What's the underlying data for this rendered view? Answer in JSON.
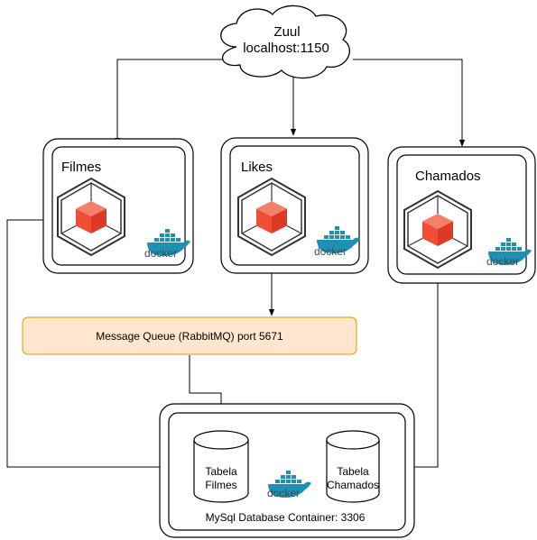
{
  "gateway": {
    "line1": "Zuul",
    "line2": "localhost:1150"
  },
  "services": [
    {
      "id": "filmes",
      "label": "Filmes",
      "badge": "docker"
    },
    {
      "id": "likes",
      "label": "Likes",
      "badge": "docker"
    },
    {
      "id": "chamados",
      "label": "Chamados",
      "badge": "docker"
    }
  ],
  "queue": {
    "label": "Message Queue (RabbitMQ) port 5671"
  },
  "database": {
    "label": "MySql Database Container: 3306",
    "badge": "docker",
    "tables": [
      {
        "line1": "Tabela",
        "line2": "Filmes"
      },
      {
        "line1": "Tabela",
        "line2": "Chamados"
      }
    ]
  },
  "colors": {
    "cube": "#f04e37",
    "queue_fill": "#ffe6cc",
    "queue_stroke": "#d79b00",
    "docker_blue": "#1d91b4",
    "stroke": "#000000"
  },
  "icons": [
    "cloud-shape",
    "cube-icon",
    "docker-whale-icon",
    "cylinder-shape"
  ]
}
